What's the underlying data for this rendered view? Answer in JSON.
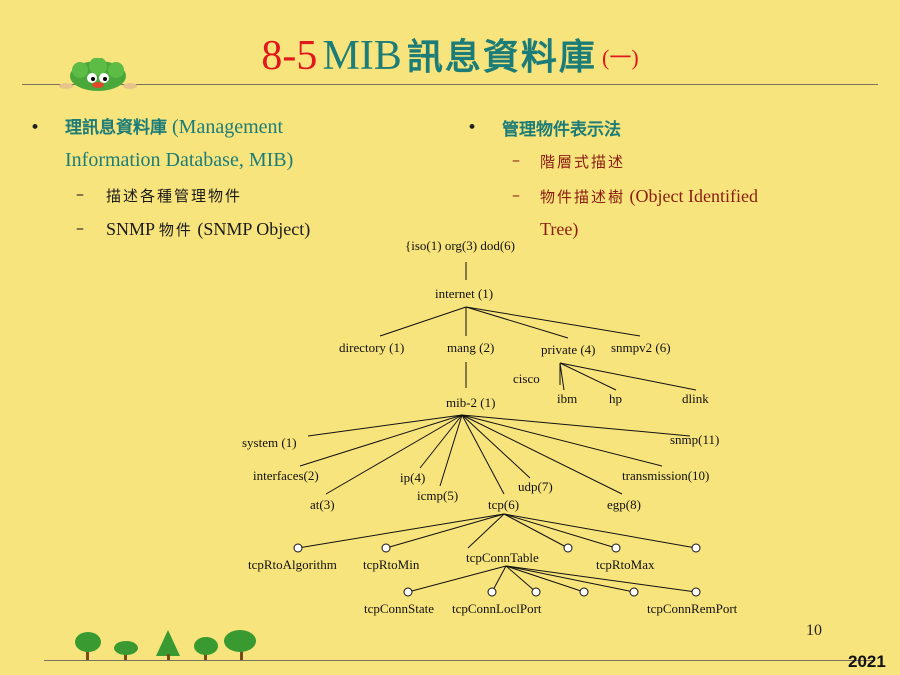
{
  "slide": {
    "title_number": "8-5",
    "title_mib": "MIB",
    "title_chinese": "訊息資料庫",
    "title_paren": "(一)",
    "page_number": "10",
    "year": "2021"
  },
  "left_column": {
    "bullet_title": "理訊息資料庫",
    "bullet_rest_line1": "(Management",
    "bullet_rest_line2": "Information Database, MIB)",
    "sub_items": [
      {
        "zh": "描述各種管理物件",
        "en": ""
      },
      {
        "zh": "物件",
        "en_prefix": "SNMP",
        "en": "(SNMP Object)"
      }
    ]
  },
  "right_column": {
    "bullet_title": "管理物件表示法",
    "sub_items": [
      {
        "zh": "階層式描述"
      },
      {
        "zh": "物件描述樹",
        "en_line1": "(Object Identified",
        "en_line2": "Tree)"
      }
    ]
  },
  "tree": {
    "root": "{iso(1) org(3) dod(6)",
    "internet": "internet (1)",
    "directory": "directory (1)",
    "mang": "mang (2)",
    "private": "private (4)",
    "snmpv2": "snmpv2 (6)",
    "cisco": "cisco",
    "ibm": "ibm",
    "hp": "hp",
    "dlink": "dlink",
    "mib2": "mib-2 (1)",
    "system": "system (1)",
    "snmp": "snmp(11)",
    "interfaces": "interfaces(2)",
    "ip": "ip(4)",
    "udp": "udp(7)",
    "transmission": "transmission(10)",
    "at": "at(3)",
    "icmp": "icmp(5)",
    "tcp": "tcp(6)",
    "egp": "egp(8)",
    "tcpRtoAlgorithm": "tcpRtoAlgorithm",
    "tcpRtoMin": "tcpRtoMin",
    "tcpConnTable": "tcpConnTable",
    "tcpRtoMax": "tcpRtoMax",
    "tcpConnState": "tcpConnState",
    "tcpConnLoclPort": "tcpConnLoclPort",
    "tcpConnRemPort": "tcpConnRemPort"
  },
  "colors": {
    "background": "#f8e47c",
    "title_red": "#e0181c",
    "title_teal": "#1c7c78",
    "text_red": "#8a1c10"
  }
}
